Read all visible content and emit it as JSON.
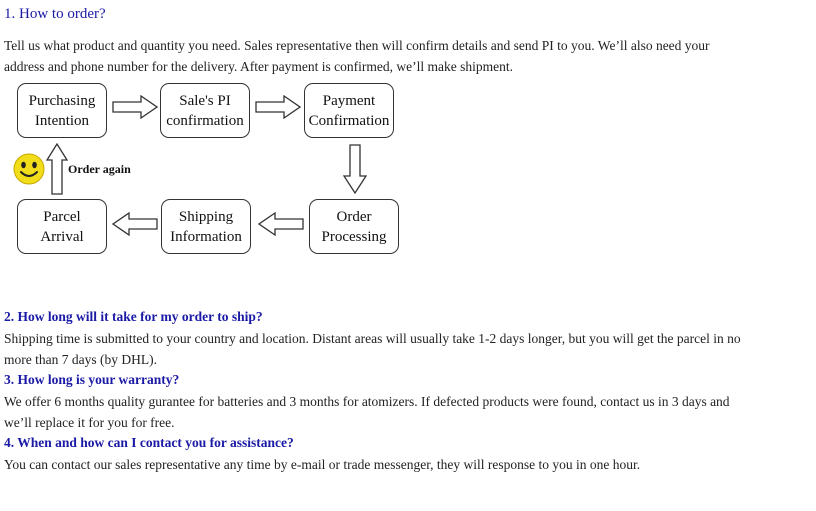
{
  "section1": {
    "heading": "1. How to order?",
    "line1": "Tell us what product and quantity you need. Sales representative then will confirm details and send PI to you. We’ll also need your",
    "line2": "address and phone number for the delivery. After payment is confirmed, we’ll make shipment."
  },
  "flow": {
    "box1": "Purchasing\nIntention",
    "box2": "Sale's PI\nconfirmation",
    "box3": "Payment\nConfirmation",
    "box4": "Order\nProcessing",
    "box5": "Shipping\nInformation",
    "box6": "Parcel\nArrival",
    "order_again": "Order again",
    "smiley_icon": "smiley-face-icon"
  },
  "section2": {
    "heading": "2. How long will it take for my order to ship?",
    "line1": "Shipping time is submitted to your country and location. Distant areas will usually take 1-2 days longer, but you will get the parcel in no",
    "line2": "more than 7 days (by DHL)."
  },
  "section3": {
    "heading": "3. How long is your warranty?",
    "line1": "We offer 6 months quality gurantee for batteries and 3 months for atomizers. If defected products were found, contact us in 3 days and",
    "line2": "we’ll replace it for you for free."
  },
  "section4": {
    "heading": "4. When and how can I contact you for assistance?",
    "line1": "You can contact our sales representative any time by e-mail or trade messenger, they will response to you in one hour."
  },
  "colors": {
    "heading": "#1a1aa6",
    "body_text": "#222222",
    "smiley": "#f2dd1a"
  }
}
